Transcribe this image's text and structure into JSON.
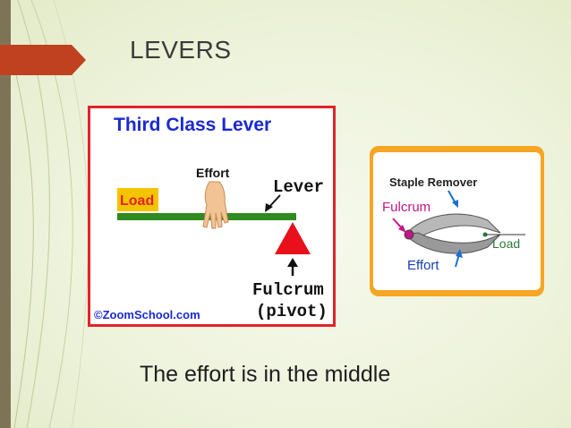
{
  "slide": {
    "title": "LEVERS",
    "caption": "The effort is in the middle"
  },
  "lever_diagram": {
    "heading": "Third Class Lever",
    "load_label": "Load",
    "effort_label": "Effort",
    "lever_label": "Lever",
    "fulcrum_label": "Fulcrum",
    "pivot_label": "(pivot)",
    "credit": "©ZoomSchool.com",
    "colors": {
      "heading": "#1a2ad1",
      "border": "#e0242b",
      "bar": "#2e8b1e",
      "load_box": "#f5c400",
      "fulcrum": "#e8101a"
    }
  },
  "staple_diagram": {
    "heading": "Staple Remover",
    "fulcrum_label": "Fulcrum",
    "load_label": "Load",
    "effort_label": "Effort",
    "colors": {
      "frame": "#f5a623",
      "fulcrum_text": "#c2168a",
      "effort_text": "#1a3fb0",
      "arrow": "#1a6fd1"
    }
  }
}
